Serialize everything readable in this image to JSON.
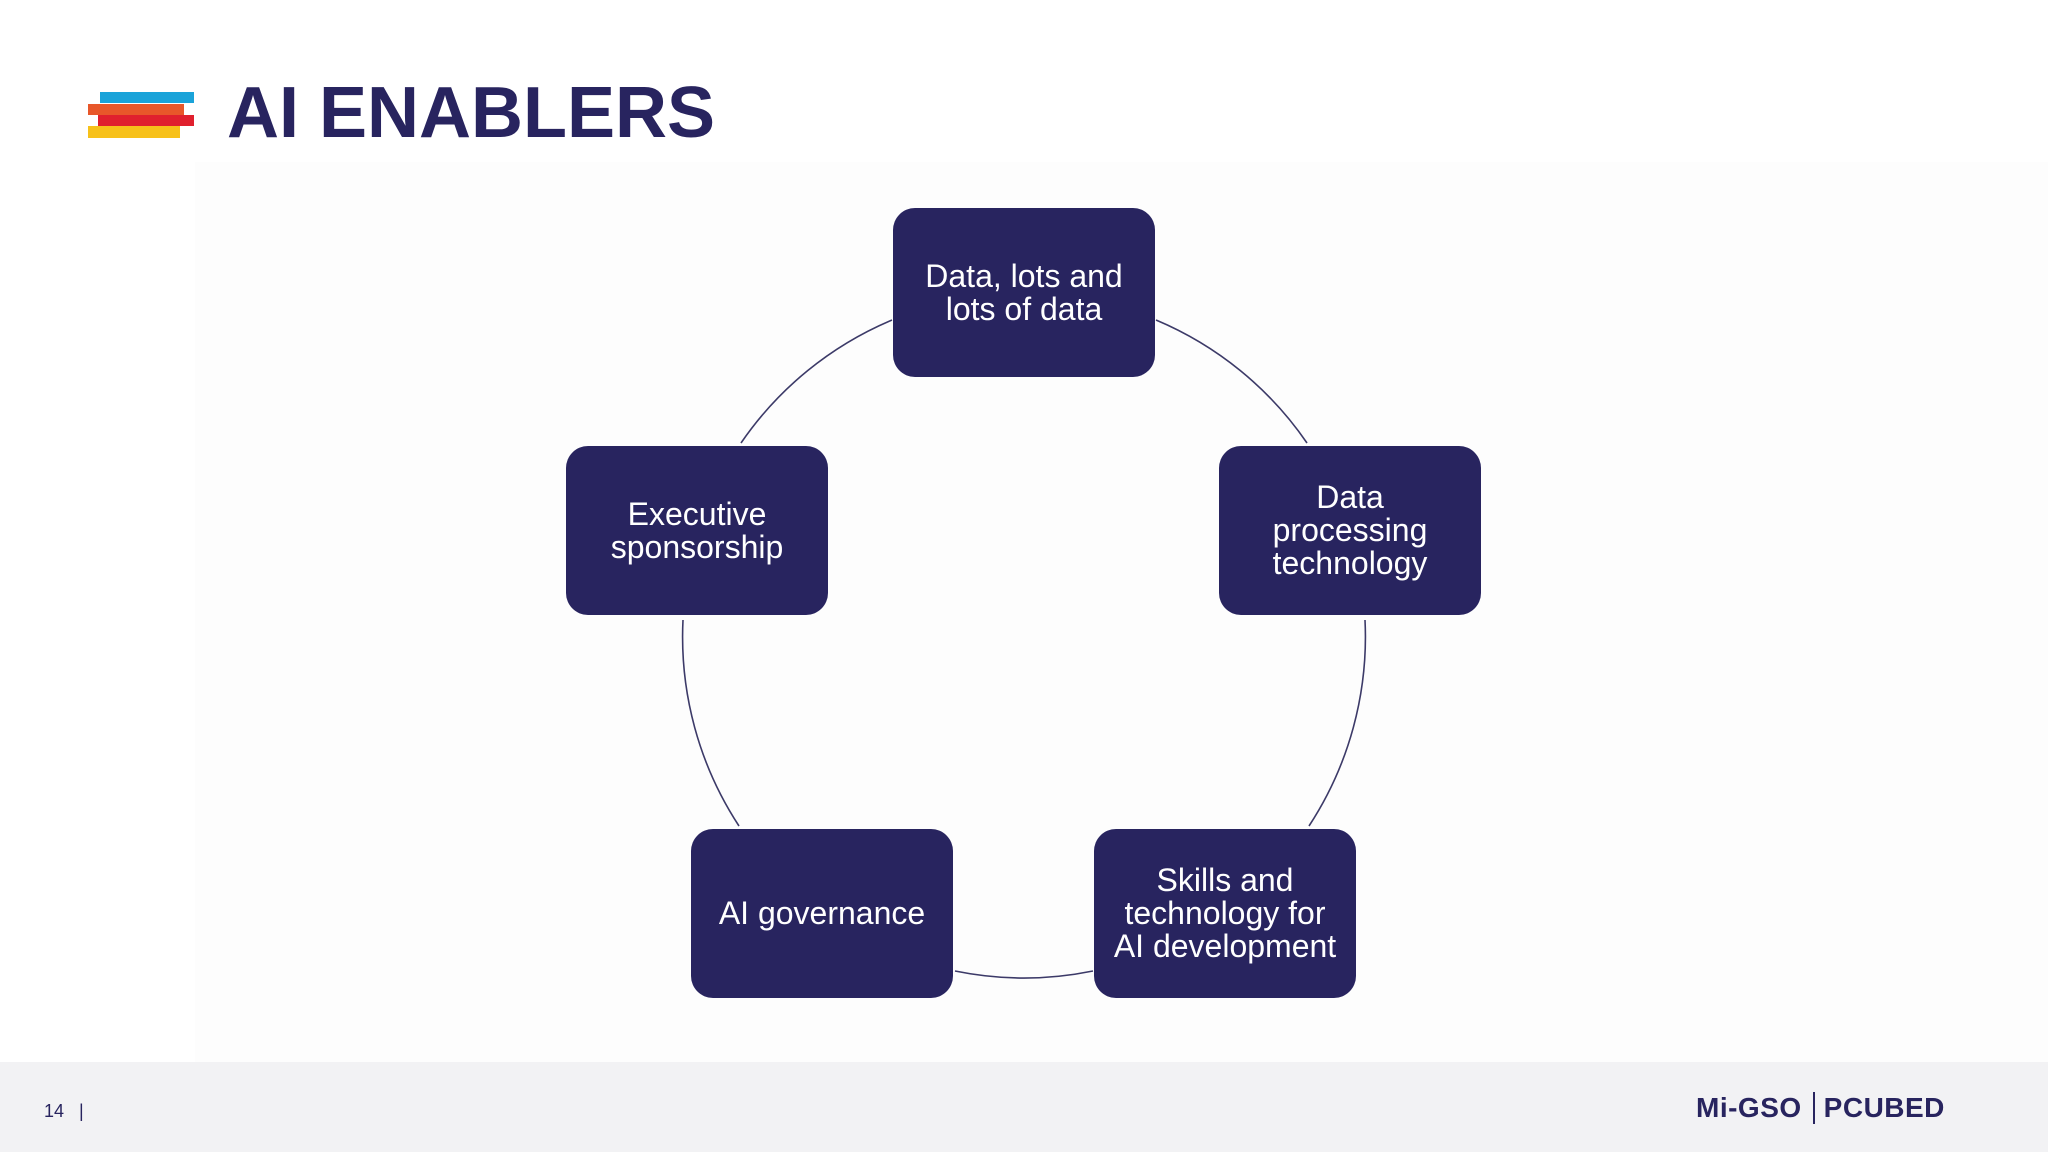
{
  "slide": {
    "title": "AI ENABLERS",
    "page_number": "14",
    "page_separator": "|"
  },
  "diagram": {
    "type": "cycle",
    "nodes": [
      {
        "label": "Data, lots and\nlots of data"
      },
      {
        "label": "Data\nprocessing\ntechnology"
      },
      {
        "label": "Skills and\ntechnology for\nAI development"
      },
      {
        "label": "AI governance"
      },
      {
        "label": "Executive\nsponsorship"
      }
    ]
  },
  "footer": {
    "brand_left": "Mi-GSO",
    "brand_right": "PCUBED"
  },
  "colors": {
    "node_fill": "#28245f",
    "title_text": "#28245f",
    "connector": "#3c3a68",
    "footer_bg": "#f2f2f4",
    "logo_stripes": [
      "#1aa3d9",
      "#e8572a",
      "#e0202e",
      "#f7c11a"
    ]
  }
}
